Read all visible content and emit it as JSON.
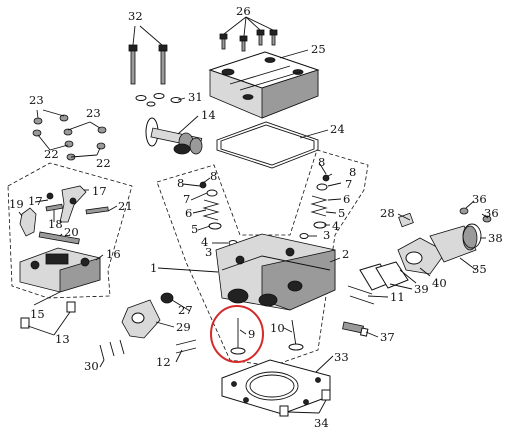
{
  "labels": {
    "l1": "1",
    "l2": "2",
    "l3a": "3",
    "l3b": "3",
    "l4a": "4",
    "l4b": "4",
    "l5a": "5",
    "l5b": "5",
    "l6a": "6",
    "l6b": "6",
    "l7a": "7",
    "l7b": "7",
    "l8a": "8",
    "l8b": "8",
    "l8c": "8",
    "l8d": "8",
    "l9": "9",
    "l10": "10",
    "l11": "11",
    "l12": "12",
    "l13": "13",
    "l14": "14",
    "l15": "15",
    "l16": "16",
    "l17a": "17",
    "l17b": "17",
    "l18": "18",
    "l19": "19",
    "l20": "20",
    "l21": "21",
    "l22a": "22",
    "l22b": "22",
    "l23a": "23",
    "l23b": "23",
    "l24": "24",
    "l25": "25",
    "l26": "26",
    "l27": "27",
    "l28": "28",
    "l29": "29",
    "l30": "30",
    "l31": "31",
    "l32": "32",
    "l33": "33",
    "l34": "34",
    "l35": "35",
    "l36": "36",
    "l37": "37",
    "l38": "38",
    "l39": "39",
    "l40": "40"
  },
  "highlight": {
    "part": "9",
    "color": "#d42a2a"
  }
}
